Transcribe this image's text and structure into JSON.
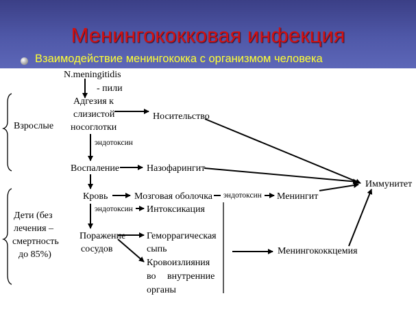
{
  "title": "Менингококковая инфекция",
  "subtitle": "Взаимодействие менингококка с организмом человека",
  "nodes": {
    "pathogen": "N.meningitidis",
    "pili": "- пили",
    "adhesion_1": "Адгезия к",
    "adhesion_2": "слизистой",
    "adhesion_3": "носоглотки",
    "endotoxin_1": "эндотоксин",
    "carriage": "Носительство",
    "inflammation": "Воспаление",
    "nasopharyngitis": "Назофарингит",
    "blood": "Кровь",
    "meninges": "Мозговая оболочка",
    "endotoxin_2": "эндотоксин",
    "meningitis": "Менингит",
    "endotoxin_3": "эндотоксин",
    "intoxication": "Интоксикация",
    "vessel_damage_1": "Поражение",
    "vessel_damage_2": "сосудов",
    "rash_1": "Геморрагическая",
    "rash_2": "сыпь",
    "hemorrhage_1": "Кровоизлияния",
    "hemorrhage_2a": "во",
    "hemorrhage_2b": "внутренние",
    "hemorrhage_3": "органы",
    "meningococcemia": "Менингококкцемия",
    "immunity": "Иммунитет"
  },
  "groups": {
    "adults": "Взрослые",
    "children_1": "Дети (без",
    "children_2": "лечения –",
    "children_3": "смертность",
    "children_4": "до 85%)"
  }
}
